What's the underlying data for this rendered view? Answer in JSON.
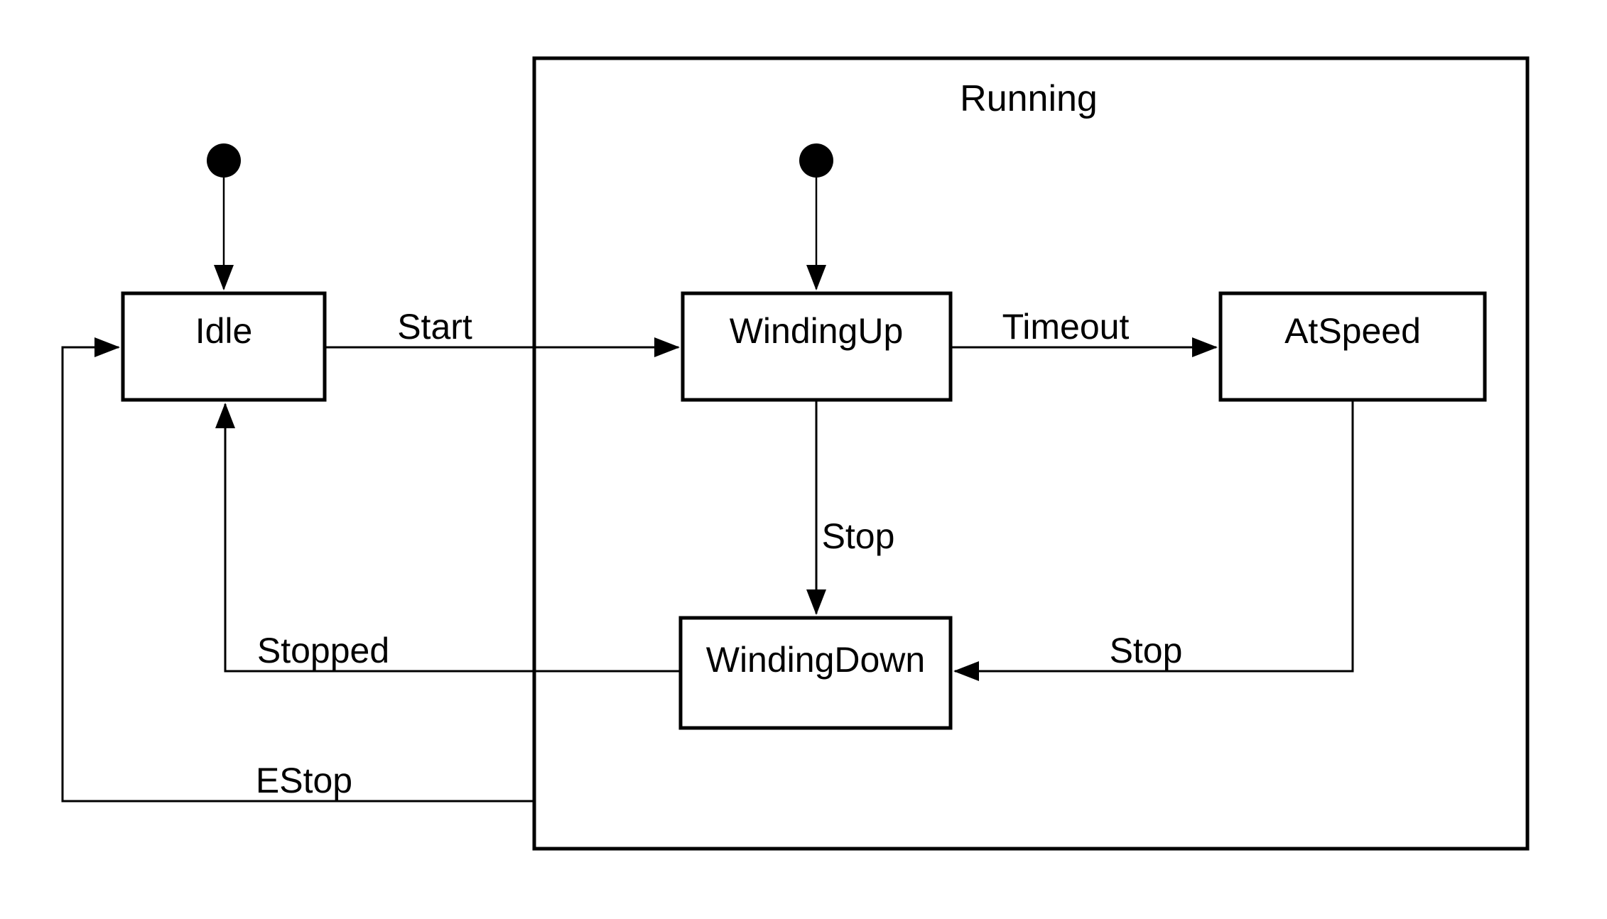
{
  "colors": {
    "ink": "#000000",
    "paper": "#ffffff"
  },
  "diagram": {
    "region": {
      "label": "Running"
    },
    "states": [
      {
        "id": "idle",
        "label": "Idle"
      },
      {
        "id": "winding-up",
        "label": "WindingUp"
      },
      {
        "id": "at-speed",
        "label": "AtSpeed"
      },
      {
        "id": "winding-down",
        "label": "WindingDown"
      }
    ],
    "transitions": [
      {
        "id": "start",
        "label": "Start",
        "from": "Idle",
        "to": "WindingUp"
      },
      {
        "id": "timeout",
        "label": "Timeout",
        "from": "WindingUp",
        "to": "AtSpeed"
      },
      {
        "id": "stop-from-windingup",
        "label": "Stop",
        "from": "WindingUp",
        "to": "WindingDown"
      },
      {
        "id": "stop-from-atspeed",
        "label": "Stop",
        "from": "AtSpeed",
        "to": "WindingDown"
      },
      {
        "id": "stopped",
        "label": "Stopped",
        "from": "WindingDown",
        "to": "Idle"
      },
      {
        "id": "estop",
        "label": "EStop",
        "from": "Running",
        "to": "Idle"
      }
    ],
    "initial_markers": [
      {
        "id": "initial-idle",
        "to": "Idle"
      },
      {
        "id": "initial-windingup",
        "to": "WindingUp"
      }
    ]
  }
}
